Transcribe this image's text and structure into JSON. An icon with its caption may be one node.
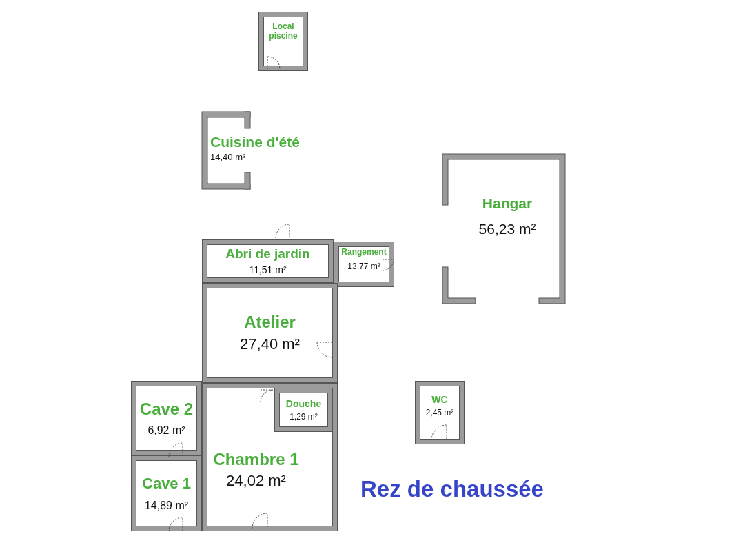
{
  "diagram": {
    "title": "Rez de chaussée",
    "nodes": [
      {
        "text": [
          "Local piscine"
        ]
      },
      {
        "text": [
          "Cuisine d'été",
          "14,40 m²"
        ]
      },
      {
        "text": [
          "Hangar",
          "56,23 m²"
        ]
      },
      {
        "text": [
          "Abri de jardin",
          "11,51 m²"
        ]
      },
      {
        "text": [
          "Rangement",
          "13,77 m²"
        ]
      },
      {
        "text": [
          "Atelier",
          "27,40 m²"
        ]
      },
      {
        "text": [
          "Cave 2",
          "6,92 m²"
        ]
      },
      {
        "text": [
          "WC",
          "2,45 m²"
        ]
      },
      {
        "text": [
          "Chambre 1",
          "24,02 m²"
        ]
      },
      {
        "text": [
          "Douche",
          "1,29 m²"
        ],
        "in": 8
      },
      {
        "text": [
          "Cave 1",
          "14,89 m²"
        ]
      }
    ],
    "edges": []
  }
}
